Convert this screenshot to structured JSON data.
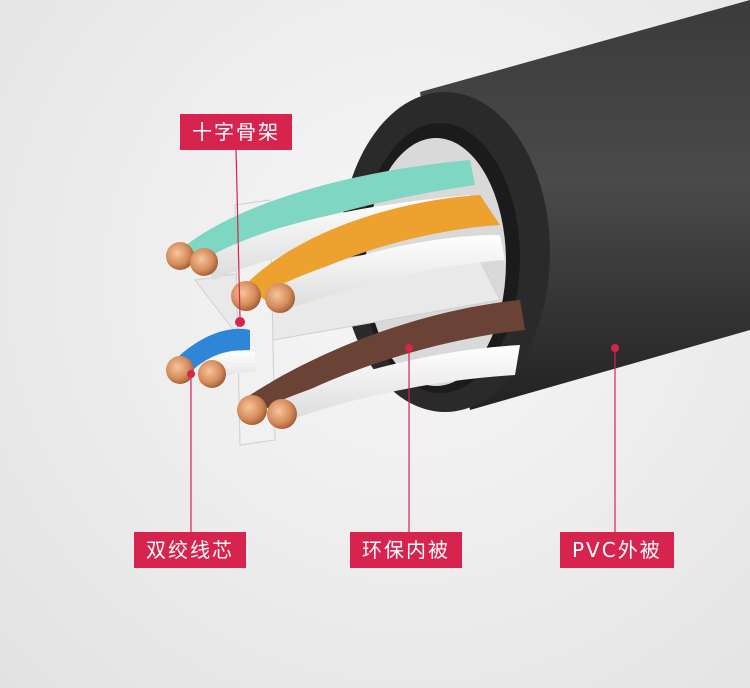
{
  "labels": {
    "cross_frame": "十字骨架",
    "twisted_pair_core": "双绞线芯",
    "eco_inner_jacket": "环保内被",
    "pvc_outer_jacket": "PVC外被"
  },
  "colors": {
    "label_bg": "#d6244e",
    "label_text": "#ffffff",
    "jacket": "#2e2e2e",
    "wire_teal": "#7fd6c2",
    "wire_orange": "#eda12e",
    "wire_blue": "#2f86d8",
    "wire_brown": "#6a4236",
    "copper": "#d99063"
  }
}
